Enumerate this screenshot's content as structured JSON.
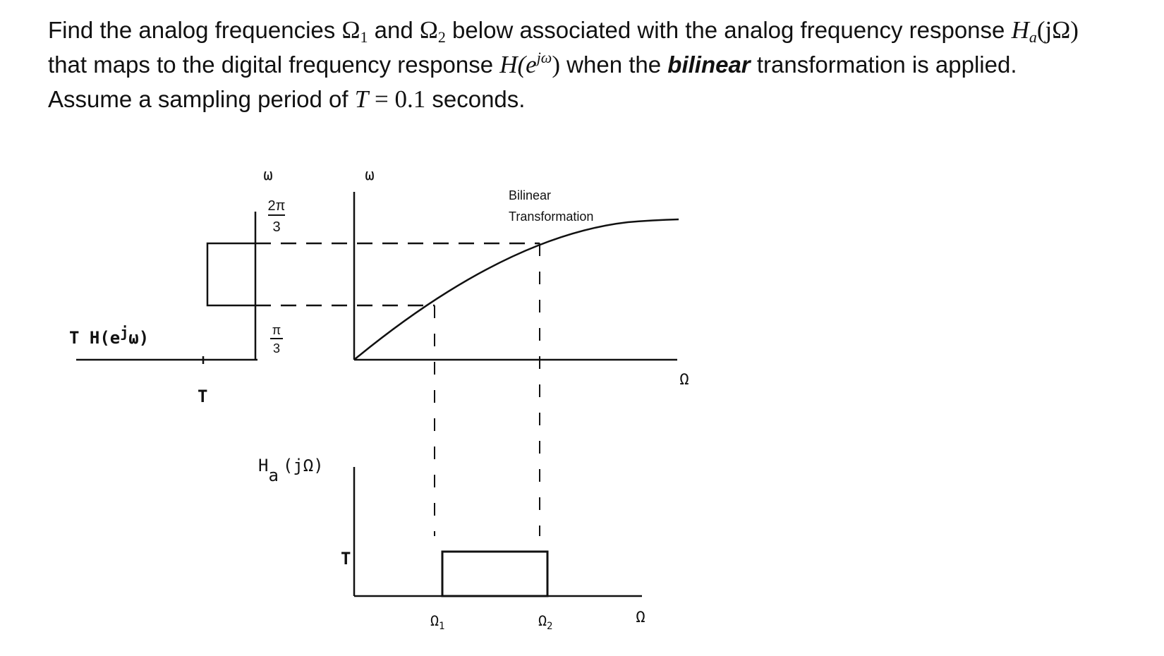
{
  "problem": {
    "line1_a": "Find the analog frequencies ",
    "omega1": "Ω",
    "omega1_sub": "1",
    "line1_b": " and ",
    "omega2": "Ω",
    "omega2_sub": "2",
    "line1_c": " below associated with the analog frequency response ",
    "Ha": "H",
    "Ha_sub": "a",
    "Ha_arg": "(jΩ)",
    "line2_a": "that maps to the digital frequency response ",
    "H_dig": "H(e",
    "H_dig_sup": "jω",
    "H_dig_close": ")",
    "line2_b": " when the ",
    "bilinear": "bilinear",
    "line2_c": " transformation is applied.",
    "line3_a": "Assume a sampling period of ",
    "T_eq": "T",
    "eq_value": " = 0.1",
    "line3_b": " seconds."
  },
  "figure": {
    "left_panel": {
      "ylabel": "T H(e",
      "ylabel_sup": "j",
      "ylabel_end": "ω)",
      "height_label": "T",
      "omega_axis_label": "ω",
      "upper_tick_num": "2π",
      "upper_tick_den": "3",
      "lower_tick_num": "π",
      "lower_tick_den": "3"
    },
    "mapping_panel": {
      "omega_label": "ω",
      "curve_title_line1": "Bilinear",
      "curve_title_line2": "Transformation",
      "x_label": "Ω"
    },
    "bottom_panel": {
      "ylabel": "H",
      "ylabel_sub": "a",
      "ylabel_arg": "(jΩ)",
      "height_label": "T",
      "omega1": "Ω",
      "omega1_sub": "1",
      "omega2": "Ω",
      "omega2_sub": "2",
      "x_label": "Ω"
    }
  },
  "colors": {
    "ink": "#111111",
    "background": "#ffffff"
  }
}
